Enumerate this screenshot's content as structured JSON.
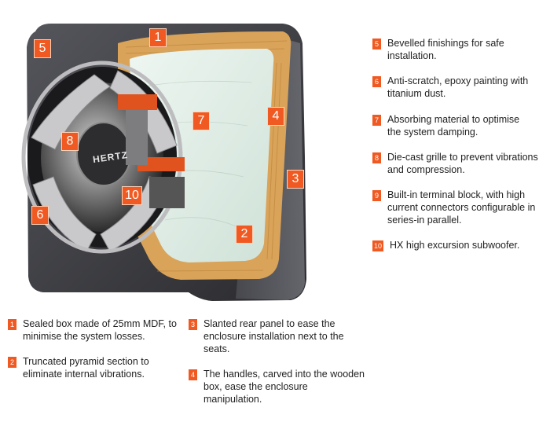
{
  "brand_text": "HERTZ",
  "markers": {
    "m1": "1",
    "m2": "2",
    "m3": "3",
    "m4": "4",
    "m5": "5",
    "m6": "6",
    "m7": "7",
    "m8": "8",
    "m10": "10"
  },
  "legend": [
    {
      "num": "5",
      "text": "Bevelled finishings for safe installation."
    },
    {
      "num": "6",
      "text": "Anti-scratch, epoxy painting with titanium dust."
    },
    {
      "num": "7",
      "text": "Absorbing material to optimise the system damping."
    },
    {
      "num": "8",
      "text": "Die-cast grille to prevent vibrations and compression."
    },
    {
      "num": "9",
      "text": "Built-in terminal block, with high current connectors configurable in series-in parallel."
    },
    {
      "num": "10",
      "text": "HX high excursion subwoofer."
    },
    {
      "num": "1",
      "text": "Sealed box made of 25mm MDF, to minimise the system losses."
    },
    {
      "num": "2",
      "text": "Truncated pyramid section to eliminate internal vibrations."
    },
    {
      "num": "3",
      "text": "Slanted rear panel to ease the enclosure installation next to the seats."
    },
    {
      "num": "4",
      "text": "The handles, carved into the wooden box, ease the enclosure manipulation."
    }
  ],
  "colors": {
    "marker": "#f05a22",
    "box": "#3b3b3f",
    "mdf": "#d9a35a",
    "damping": "#dfeee6"
  }
}
